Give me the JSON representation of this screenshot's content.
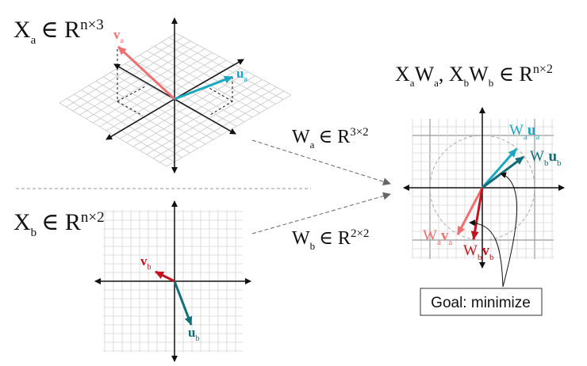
{
  "colors": {
    "pink": "#f07070",
    "cyan": "#1aa7c0",
    "red": "#c0141e",
    "teal": "#146e78",
    "grid": "#cccccc",
    "axis": "#111111"
  },
  "labels": {
    "xa": {
      "base": "X",
      "sub": "a",
      "rel": "∈ R",
      "sup": "n×3"
    },
    "xb": {
      "base": "X",
      "sub": "b",
      "rel": "∈ R",
      "sup": "n×2"
    },
    "wa": {
      "base": "W",
      "sub": "a",
      "rel": "∈ R",
      "sup": "3×2"
    },
    "wb": {
      "base": "W",
      "sub": "b",
      "rel": "∈ R",
      "sup": "2×2"
    },
    "result": {
      "a1": "X",
      "s1": "a",
      "a2": "W",
      "s2": "a",
      "sep": ", ",
      "b1": "X",
      "t1": "b",
      "b2": "W",
      "t2": "b",
      "rel": " ∈ R",
      "sup": "n×2"
    },
    "va": {
      "base": "v",
      "sub": "a"
    },
    "ua": {
      "base": "u",
      "sub": "a"
    },
    "vb": {
      "base": "v",
      "sub": "b"
    },
    "ub": {
      "base": "u",
      "sub": "b"
    },
    "waua": {
      "w": "W",
      "ws": "a",
      "v": "u",
      "vs": "a"
    },
    "wbub": {
      "w": "W",
      "ws": "b",
      "v": "u",
      "vs": "b"
    },
    "wava": {
      "w": "W",
      "ws": "a",
      "v": "v",
      "vs": "a"
    },
    "wbvb": {
      "w": "W",
      "ws": "b",
      "v": "v",
      "vs": "b"
    }
  },
  "goal": "Goal: minimize"
}
